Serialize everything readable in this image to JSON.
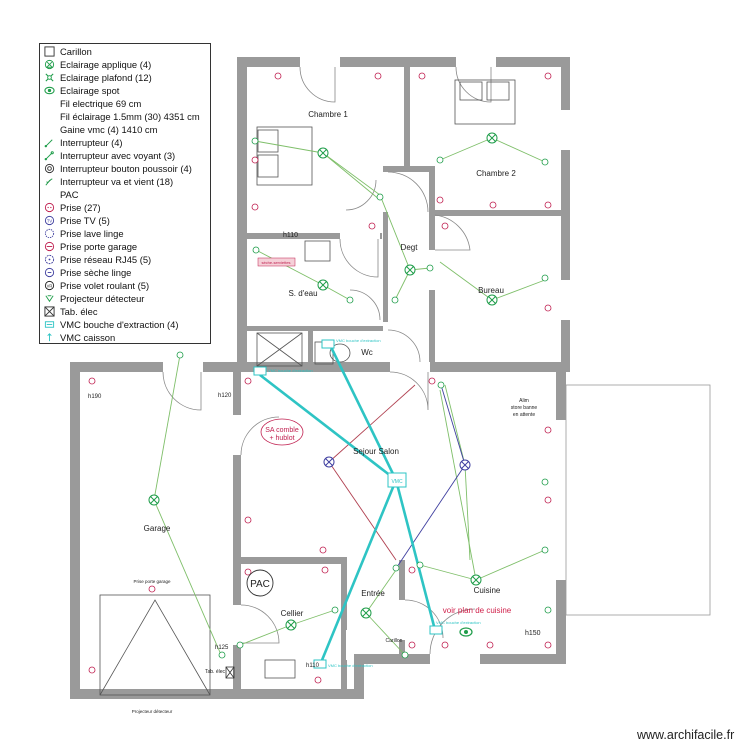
{
  "legend": [
    {
      "label": "Carillon",
      "icon": "doorbell-icon"
    },
    {
      "label": "Eclairage applique (4)",
      "icon": "wall-light-icon"
    },
    {
      "label": "Eclairage plafond (12)",
      "icon": "ceiling-light-icon"
    },
    {
      "label": "Eclairage spot",
      "icon": "spot-light-icon"
    },
    {
      "label": "Fil electrique 69 cm",
      "icon": ""
    },
    {
      "label": "Fil éclairage 1.5mm (30) 4351 cm",
      "icon": ""
    },
    {
      "label": "Gaine vmc (4) 1410 cm",
      "icon": ""
    },
    {
      "label": "Interrupteur (4)",
      "icon": "switch-icon"
    },
    {
      "label": "Interrupteur avec voyant (3)",
      "icon": "switch-indicator-icon"
    },
    {
      "label": "Interrupteur bouton poussoir (4)",
      "icon": "push-button-icon"
    },
    {
      "label": "Interrupteur va et vient (18)",
      "icon": "two-way-switch-icon"
    },
    {
      "label": "PAC",
      "icon": "heat-pump-icon"
    },
    {
      "label": "Prise (27)",
      "icon": "socket-icon"
    },
    {
      "label": "Prise TV (5)",
      "icon": "tv-socket-icon"
    },
    {
      "label": "Prise lave linge",
      "icon": "washer-socket-icon"
    },
    {
      "label": "Prise porte garage",
      "icon": "garage-door-socket-icon"
    },
    {
      "label": "Prise réseau RJ45 (5)",
      "icon": "rj45-socket-icon"
    },
    {
      "label": "Prise sèche linge",
      "icon": "dryer-socket-icon"
    },
    {
      "label": "Prise volet roulant (5)",
      "icon": "shutter-socket-icon"
    },
    {
      "label": "Projecteur détecteur",
      "icon": "floodlight-detector-icon"
    },
    {
      "label": "Tab. élec",
      "icon": "electrical-panel-icon"
    },
    {
      "label": "VMC bouche d'extraction (4)",
      "icon": "vmc-outlet-icon"
    },
    {
      "label": "VMC caisson",
      "icon": "vmc-unit-icon"
    }
  ],
  "rooms": {
    "chambre1": "Chambre 1",
    "chambre2": "Chambre 2",
    "degt": "Degt",
    "bureau": "Bureau",
    "sdeau": "S. d'eau",
    "wc": "Wc",
    "sejour": "Sejour Salon",
    "garage": "Garage",
    "cellier": "Cellier",
    "entree": "Entrée",
    "cuisine": "Cuisine"
  },
  "annotations": {
    "h110": "h110",
    "h190": "h190",
    "h120": "h120",
    "h125": "h125",
    "h150": "h150",
    "sa_comble_1": "SA comble",
    "sa_comble_2": "+ hublot",
    "pac": "PAC",
    "vmc_unit": "VMC",
    "prise_porte_garage": "Prise porte garage",
    "projecteur_detecteur": "Projecteur détecteur",
    "tab_elec": "Tab. élec",
    "carillon": "Carillon",
    "voir_plan_cuisine": "voir plan de cuisine",
    "alim_1": "Alim",
    "alim_2": "store banne",
    "alim_3": "en attente",
    "seche_serviette": "sèche-serviettes",
    "vmc_bouche": "VMC bouche d'extraction"
  },
  "colors": {
    "wall": "#9a9a9a",
    "light_wire": "#7fbf6a",
    "vmc_duct": "#2ec4c4",
    "blue_wire": "#4040a0",
    "red_wire": "#b04050",
    "socket": "#c02050",
    "light_symbol": "#1f9d4a"
  },
  "credit": "www.archifacile.fr"
}
